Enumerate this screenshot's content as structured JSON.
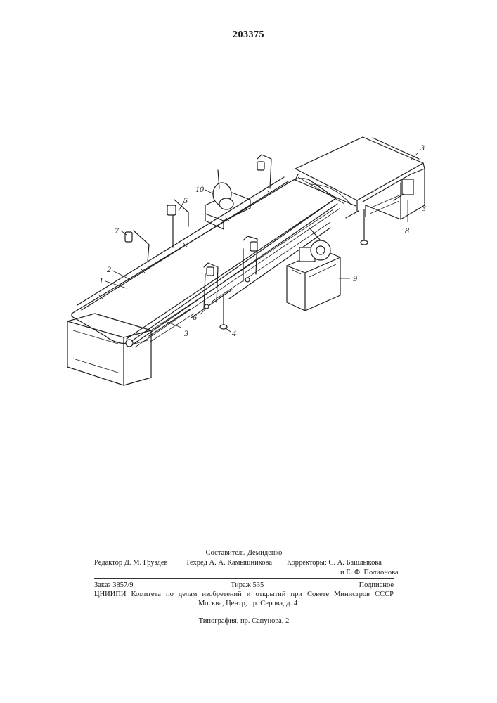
{
  "page_number": "203375",
  "figure_labels": {
    "l1": "1",
    "l2": "2",
    "l3a": "3",
    "l3b": "3",
    "l3c": "3",
    "l4": "4",
    "l5": "5",
    "l6": "6",
    "l7": "7",
    "l8": "8",
    "l9": "9",
    "l10": "10"
  },
  "imprint": {
    "compiler": "Составитель Демиденко",
    "editor": "Редактор Д. М. Груздев",
    "tech_editor": "Техред А. А. Камышникова",
    "correctors_label": "Корректоры: С. А. Башлыкова",
    "corrector_2": "и Е. Ф. Полионова",
    "order": "Заказ 3857/9",
    "print_run": "Тираж 535",
    "subscription": "Подписное",
    "institute": "ЦНИИПИ Комитета по делам изобретений и открытий при Совете Министров СССР",
    "address": "Москва, Центр, пр. Серова, д. 4",
    "printing_house": "Типография, пр. Сапунова, 2"
  }
}
